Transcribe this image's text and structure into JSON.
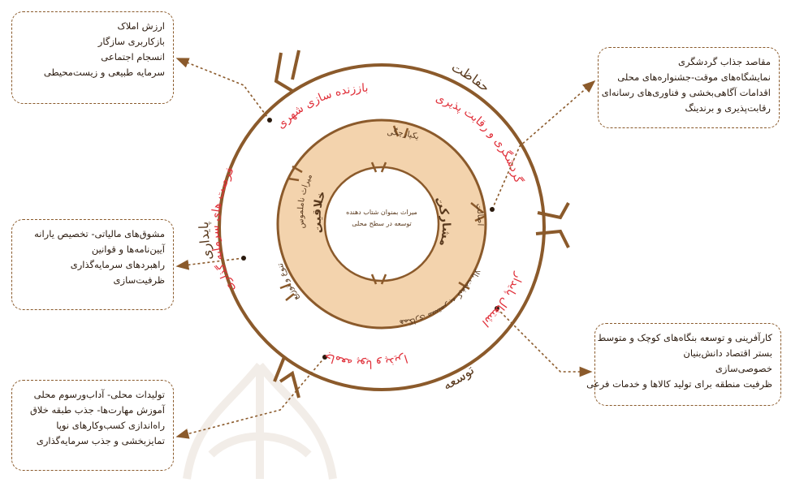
{
  "colors": {
    "ring": "#8b5a2b",
    "inner_fill": "#f3d3ad",
    "red_text": "#e0303a",
    "dark_text": "#5a3a1e",
    "box_border": "#8a5a2b"
  },
  "center_text": [
    "میراث بمنوان شتاب دهنده",
    "توسعه در سطح محلی"
  ],
  "inner_ring_labels": {
    "right": "مشارکت",
    "left": "خلاقیت"
  },
  "middle_ring_labels": {
    "top": "یکپارچگی",
    "right": "اصالت",
    "bottom_right": "همکاری مستمر به کیفیت بالا",
    "top_left": "میراث ناملموس",
    "bottom_left": "تنوع و توزیع"
  },
  "red_labels": {
    "top": "باززنده سازی شهری",
    "top_right": "گردشگری و رقابت پذیری",
    "right": "اشتغال پایدار",
    "bottom": "جامعه پویا و پذیرا",
    "left": "فرصت های سرمایه گذاری"
  },
  "outer_labels": {
    "top": "حفاظت",
    "left": "پایداری",
    "bottom": "توسعه"
  },
  "boxes": {
    "top_left": [
      "ارزش املاک",
      "بازکاربری سازگار",
      "انسجام اجتماعی",
      "سرمایه طبیعی و زیست‌محیطی"
    ],
    "top_right": [
      "مقاصد جذاب گردشگری",
      "نمایشگاه‌های موقت-جشنواره‌های محلی",
      "اقدامات آگاهی‌بخشی و فناوری‌های رسانه‌ای",
      "رقابت‌پذیری و برندینگ"
    ],
    "mid_left": [
      "مشوق‌های مالیاتی- تخصیص یارانه",
      "آیین‌نامه‌ها و قوانین",
      "راهبردهای سرمایه‌گذاری",
      "ظرفیت‌سازی"
    ],
    "bottom_right": [
      "کارآفرینی و توسعه بنگاه‌های کوچک و متوسط",
      "بستر اقتصاد دانش‌بنیان",
      "خصوصی‌سازی",
      "ظرفیت منطقه برای تولید کالاها و خدمات فرعی"
    ],
    "bottom_left": [
      "تولیدات محلی- آداب‌ورسوم محلی",
      "آموزش مهارت‌ها- جذب طبقه خلاق",
      "راه‌اندازی کسب‌وکارهای نوپا",
      "تمایزبخشی و جذب سرمایه‌گذاری"
    ]
  }
}
